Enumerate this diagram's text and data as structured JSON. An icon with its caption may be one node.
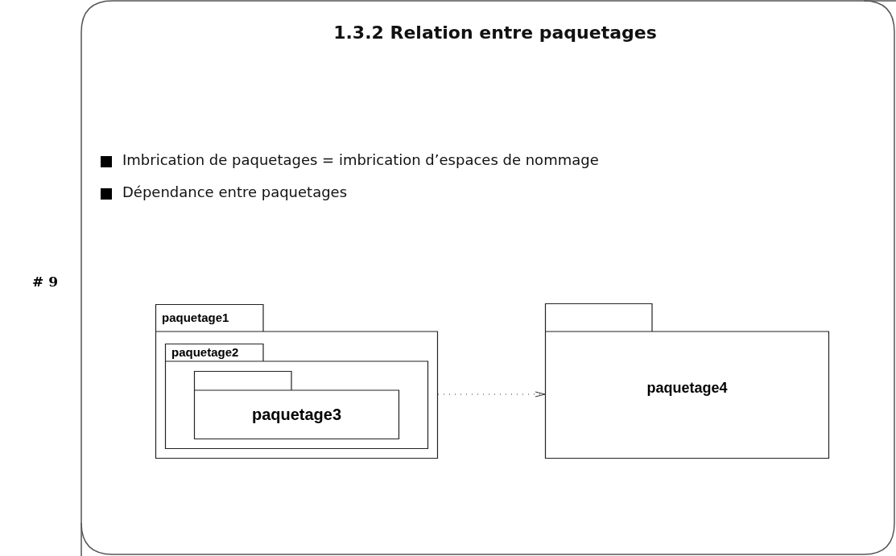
{
  "diagram": {
    "title": "1.3.2 Relation entre paquetages",
    "nodes": [
      {
        "text": [
          "paquetage1"
        ]
      },
      {
        "text": [
          "paquetage2"
        ],
        "in": 0
      },
      {
        "text": [
          "paquetage3"
        ],
        "in": 1
      },
      {
        "text": [
          "paquetage4"
        ]
      }
    ],
    "edges": [
      {
        "from": 0,
        "to": 3,
        "arrow": "to",
        "style": "dashed"
      }
    ],
    "labels": [
      "Imbrication de paquetages = imbrication d’espaces de nommage",
      "Dépendance entre paquetages",
      "# 9"
    ]
  }
}
